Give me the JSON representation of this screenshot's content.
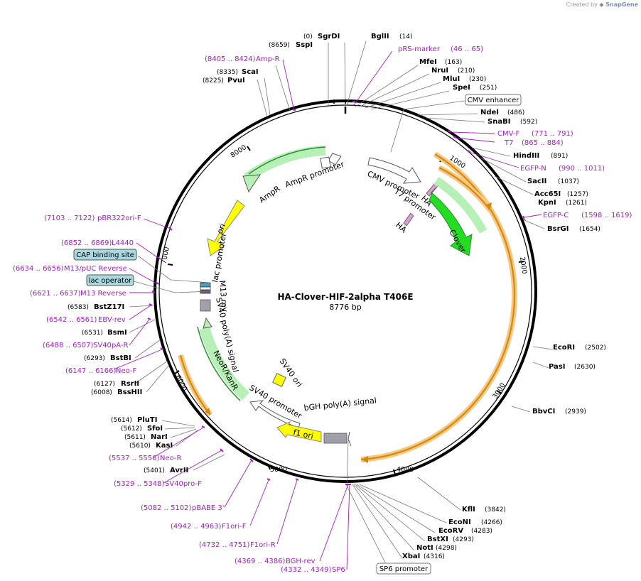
{
  "credit": {
    "prefix": "Created by",
    "brand": "SnapGene"
  },
  "plasmid": {
    "name": "HA-Clover-HIF-2alpha T406E",
    "size": "8776 bp"
  },
  "ruler": [
    "1000",
    "2000",
    "3000",
    "4000",
    "5000",
    "6000",
    "7000",
    "8000"
  ],
  "enzymes_top": [
    {
      "name": "SgrDI",
      "pos": "(0)"
    },
    {
      "name": "SspI",
      "pos": "(8659)"
    },
    {
      "name": "BglII",
      "pos": "(14)"
    },
    {
      "name": "ScaI",
      "pos": "(8335)"
    },
    {
      "name": "PvuI",
      "pos": "(8225)"
    },
    {
      "name": "MfeI",
      "pos": "(163)"
    },
    {
      "name": "NruI",
      "pos": "(210)"
    },
    {
      "name": "MluI",
      "pos": "(230)"
    },
    {
      "name": "SpeI",
      "pos": "(251)"
    },
    {
      "name": "NdeI",
      "pos": "(486)"
    },
    {
      "name": "SnaBI",
      "pos": "(592)"
    },
    {
      "name": "HindIII",
      "pos": "(891)"
    },
    {
      "name": "SacII",
      "pos": "(1037)"
    },
    {
      "name": "Acc65I",
      "pos": "(1257)"
    },
    {
      "name": "KpnI",
      "pos": "(1261)"
    },
    {
      "name": "BsrGI",
      "pos": "(1654)"
    },
    {
      "name": "EcoRI",
      "pos": "(2502)"
    },
    {
      "name": "PasI",
      "pos": "(2630)"
    },
    {
      "name": "BbvCI",
      "pos": "(2939)"
    },
    {
      "name": "KflI",
      "pos": "(3842)"
    },
    {
      "name": "EcoNI",
      "pos": "(4266)"
    },
    {
      "name": "EcoRV",
      "pos": "(4283)"
    },
    {
      "name": "BstXI",
      "pos": "(4293)"
    },
    {
      "name": "NotI",
      "pos": "(4298)"
    },
    {
      "name": "XbaI",
      "pos": "(4316)"
    },
    {
      "name": "BstZ17I",
      "pos": "(6583)"
    },
    {
      "name": "BsmI",
      "pos": "(6531)"
    },
    {
      "name": "BstBI",
      "pos": "(6293)"
    },
    {
      "name": "RsrII",
      "pos": "(6127)"
    },
    {
      "name": "BssHII",
      "pos": "(6008)"
    },
    {
      "name": "PluTI",
      "pos": "(5614)"
    },
    {
      "name": "SfoI",
      "pos": "(5612)"
    },
    {
      "name": "NarI",
      "pos": "(5611)"
    },
    {
      "name": "KasI",
      "pos": "(5610)"
    },
    {
      "name": "AvrII",
      "pos": "(5401)"
    }
  ],
  "primers": [
    {
      "name": "pRS-marker",
      "range": "(46 .. 65)"
    },
    {
      "name": "Amp-R",
      "range": "(8405 .. 8424)"
    },
    {
      "name": "CMV-F",
      "range": "(771 .. 791)"
    },
    {
      "name": "T7",
      "range": "(865 .. 884)"
    },
    {
      "name": "EGFP-N",
      "range": "(990 .. 1011)"
    },
    {
      "name": "EGFP-C",
      "range": "(1598 .. 1619)"
    },
    {
      "name": "pBR322ori-F",
      "range": "(7103 .. 7122)"
    },
    {
      "name": "L4440",
      "range": "(6852 .. 6869)"
    },
    {
      "name": "M13/pUC Reverse",
      "range": "(6634 .. 6656)"
    },
    {
      "name": "M13 Reverse",
      "range": "(6621 .. 6637)"
    },
    {
      "name": "EBV-rev",
      "range": "(6542 .. 6561)"
    },
    {
      "name": "SV40pA-R",
      "range": "(6488 .. 6507)"
    },
    {
      "name": "Neo-F",
      "range": "(6147 .. 6166)"
    },
    {
      "name": "Neo-R",
      "range": "(5537 .. 5556)"
    },
    {
      "name": "SV40pro-F",
      "range": "(5329 .. 5348)"
    },
    {
      "name": "pBABE 3'",
      "range": "(5082 .. 5102)"
    },
    {
      "name": "F1ori-F",
      "range": "(4942 .. 4963)"
    },
    {
      "name": "F1ori-R",
      "range": "(4732 .. 4751)"
    },
    {
      "name": "BGH-rev",
      "range": "(4369 .. 4386)"
    },
    {
      "name": "SP6",
      "range": "(4332 .. 4349)"
    }
  ],
  "boxed_features": [
    "CMV enhancer",
    "CAP binding site",
    "lac operator",
    "SP6 promoter"
  ],
  "features": {
    "cmv_promoter": "CMV promoter",
    "t7_promoter": "T7 promoter",
    "ha": "HA",
    "clover": "Clover",
    "ampr": "AmpR",
    "ampr_promoter": "AmpR promoter",
    "ori": "ori",
    "lac_promoter": "lac promoter",
    "m13_rev": "M13 rev",
    "sv40_polya": "SV40 poly(A) signal",
    "neo": "NeoR/KanR",
    "sv40_ori": "SV40 ori",
    "sv40_promoter": "SV40 promoter",
    "bgh": "bGH poly(A) signal",
    "f1_ori": "f1 ori"
  },
  "colors": {
    "backbone": "#000000",
    "orange_orf": "#e8a020",
    "green_feature": "#2ecc2e",
    "yellow_ori": "#ffff00",
    "primer_purple": "#a020c0",
    "boxed_blue": "#a8d8e0",
    "gray_feature": "#a0a0a8"
  }
}
